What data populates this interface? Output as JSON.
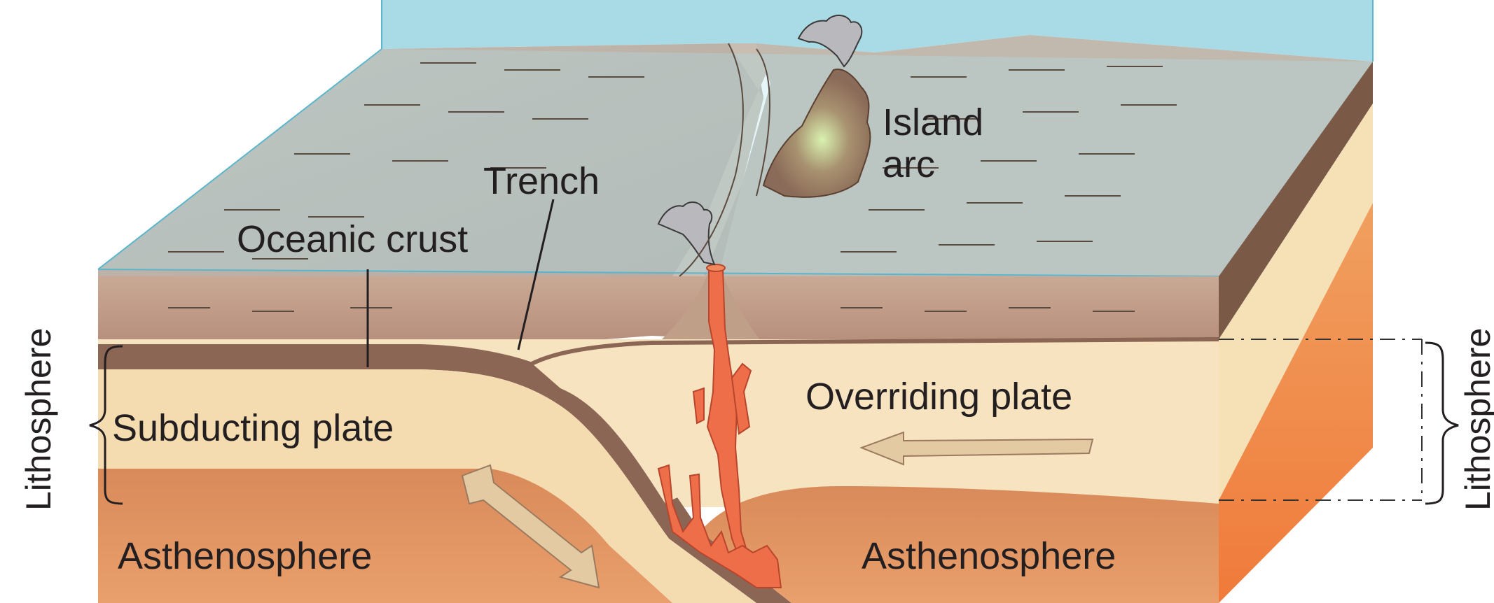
{
  "title": "",
  "labels": {
    "island_arc_line1": "Island",
    "island_arc_line2": "arc",
    "trench": "Trench",
    "oceanic_crust": "Oceanic crust",
    "overriding_plate": "Overriding plate",
    "subducting_plate": "Subducting plate",
    "asthenosphere_left": "Asthenosphere",
    "asthenosphere_right": "Asthenosphere",
    "lithosphere_left": "Lithosphere",
    "lithosphere_right": "Lithosphere"
  },
  "colors": {
    "water": "#aedfe8",
    "water_edge": "#5fb9d0",
    "seafloor": "#bdb3a8",
    "crust": "#8a6a58",
    "plate": "#f6e3c0",
    "asthenosphere": "#e8945a",
    "magma": "#e86a45",
    "title_red": "#e8141c"
  }
}
